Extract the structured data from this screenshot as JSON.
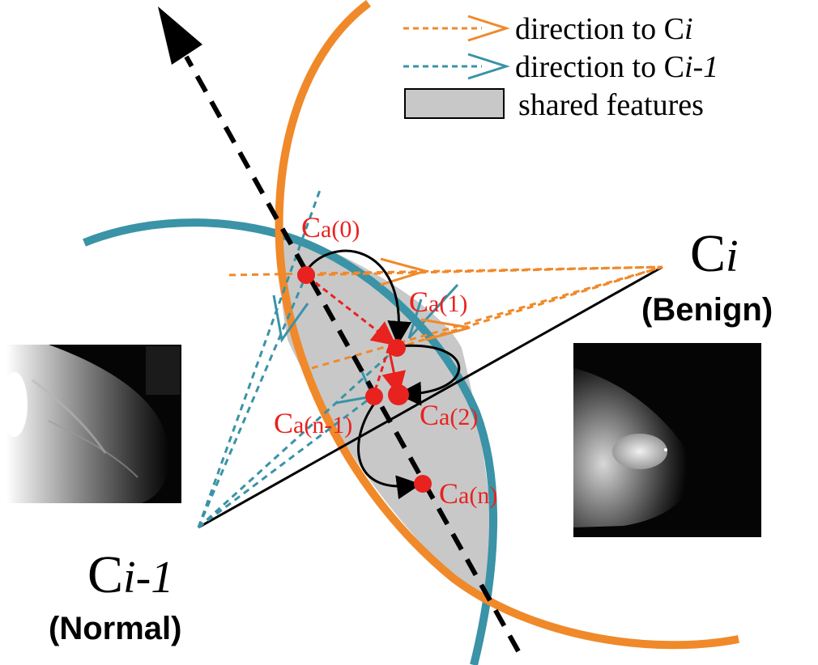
{
  "legend": {
    "items": [
      {
        "label_prefix": "direction to C",
        "label_sub": "i",
        "color": "#f0892a",
        "kind": "arrow"
      },
      {
        "label_prefix": "direction to C",
        "label_sub": "i-1",
        "color": "#3a93a6",
        "kind": "arrow"
      },
      {
        "label_prefix": "shared features",
        "label_sub": "",
        "color": "#c8c8c8",
        "kind": "box"
      }
    ]
  },
  "nodes": {
    "ci": {
      "main": "C",
      "sub": "i",
      "tag": "(Benign)"
    },
    "ci_1": {
      "main": "C",
      "sub": "i-1",
      "tag": "(Normal)"
    }
  },
  "points": [
    {
      "main": "C",
      "sub": "a(0)"
    },
    {
      "main": "C",
      "sub": "a(1)"
    },
    {
      "main": "C",
      "sub": "a(2)"
    },
    {
      "main": "C",
      "sub": "a(n-1)"
    },
    {
      "main": "C",
      "sub": "a(n)"
    }
  ],
  "colors": {
    "orange": "#f0892a",
    "teal": "#3a93a6",
    "red": "#e8221f",
    "shared": "#c8c8c8",
    "black": "#000000"
  }
}
